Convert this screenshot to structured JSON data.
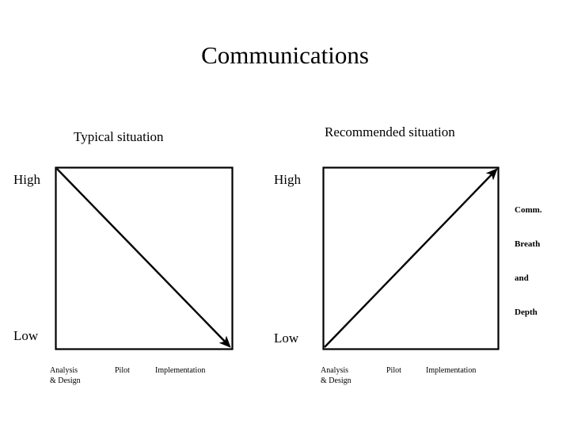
{
  "slide": {
    "title": "Communications",
    "background_color": "#ffffff",
    "ink_color": "#000000"
  },
  "panels": [
    {
      "id": "left",
      "heading": "Typical situation",
      "y_axis": {
        "high": "High",
        "low": "Low"
      },
      "categories": [
        "Analysis\n& Design",
        "Pilot",
        "Implementation"
      ],
      "category_lines": [
        [
          "Analysis",
          "& Design"
        ],
        [
          "Pilot",
          ""
        ],
        [
          "Implementation",
          ""
        ]
      ],
      "trend": "descending"
    },
    {
      "id": "right",
      "heading": "Recommended situation",
      "y_axis": {
        "high": "High",
        "low": "Low"
      },
      "categories": [
        "Analysis\n& Design",
        "Pilot",
        "Implementation"
      ],
      "category_lines": [
        [
          "Analysis",
          "& Design"
        ],
        [
          "Pilot",
          ""
        ],
        [
          "Implementation",
          ""
        ]
      ],
      "trend": "ascending"
    }
  ],
  "side_labels": [
    "Comm.",
    "Breath",
    "and",
    "Depth"
  ],
  "chart_data": {
    "type": "line",
    "title": "Communications",
    "xlabel": "",
    "ylabel": "Comm. Breath and Depth",
    "categories": [
      "Analysis & Design",
      "Pilot",
      "Implementation"
    ],
    "ytick_labels": [
      "Low",
      "High"
    ],
    "ylim": [
      0,
      1
    ],
    "grid": false,
    "legend": "none",
    "series": [
      {
        "name": "Typical situation",
        "panel": "left",
        "x": [
          0,
          2
        ],
        "values": [
          1,
          0
        ],
        "arrow_at": "end"
      },
      {
        "name": "Recommended situation",
        "panel": "right",
        "x": [
          0,
          2
        ],
        "values": [
          0,
          1
        ],
        "arrow_at": "end"
      }
    ]
  }
}
